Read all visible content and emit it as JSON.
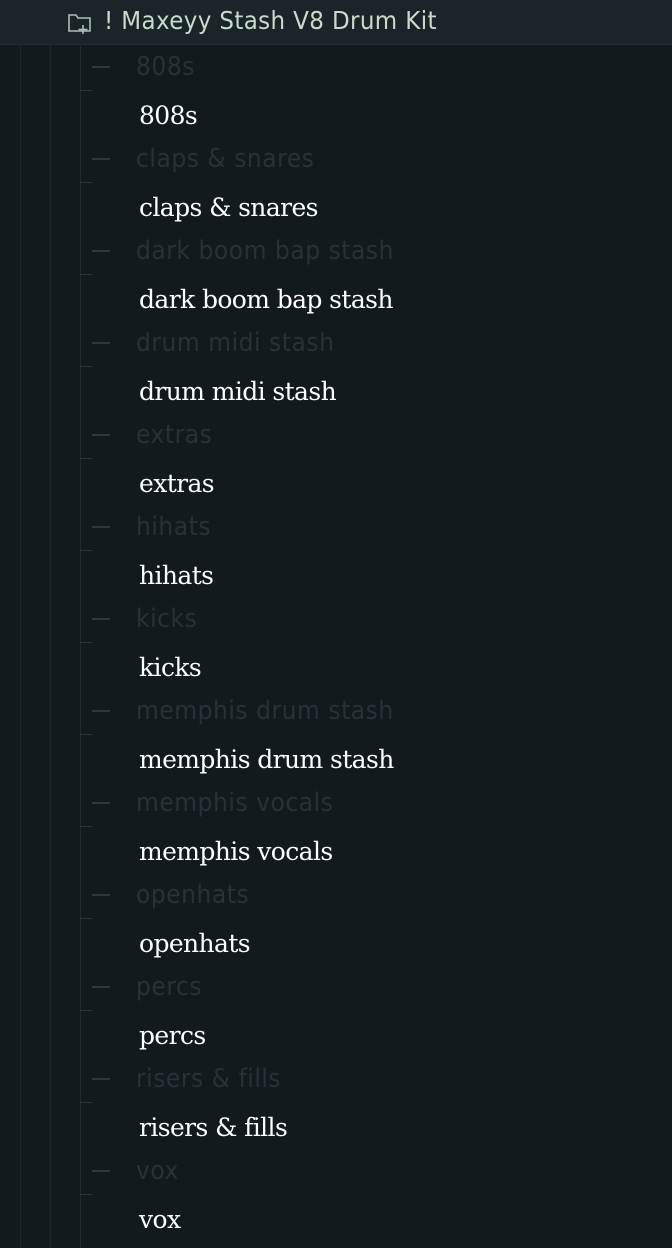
{
  "header": {
    "title": "! Maxeyy Stash V8 Drum Kit",
    "icon": "folder-plus-icon",
    "colors": {
      "background": "#1b2428",
      "title": "#c7dccd"
    }
  },
  "colors": {
    "background": "#121a1e",
    "folder_label": "#283236",
    "file_label": "#ffffff"
  },
  "tree": {
    "items": [
      {
        "folder": "808s",
        "file": "808s"
      },
      {
        "folder": "claps & snares",
        "file": "claps & snares"
      },
      {
        "folder": "dark boom bap stash",
        "file": "dark boom bap stash"
      },
      {
        "folder": "drum midi stash",
        "file": "drum midi stash"
      },
      {
        "folder": "extras",
        "file": "extras"
      },
      {
        "folder": "hihats",
        "file": "hihats"
      },
      {
        "folder": "kicks",
        "file": "kicks"
      },
      {
        "folder": "memphis drum stash",
        "file": "memphis drum stash"
      },
      {
        "folder": "memphis vocals",
        "file": "memphis vocals"
      },
      {
        "folder": "openhats",
        "file": "openhats"
      },
      {
        "folder": "percs",
        "file": "percs"
      },
      {
        "folder": "risers & fills",
        "file": "risers & fills"
      },
      {
        "folder": "vox",
        "file": "vox"
      }
    ]
  }
}
